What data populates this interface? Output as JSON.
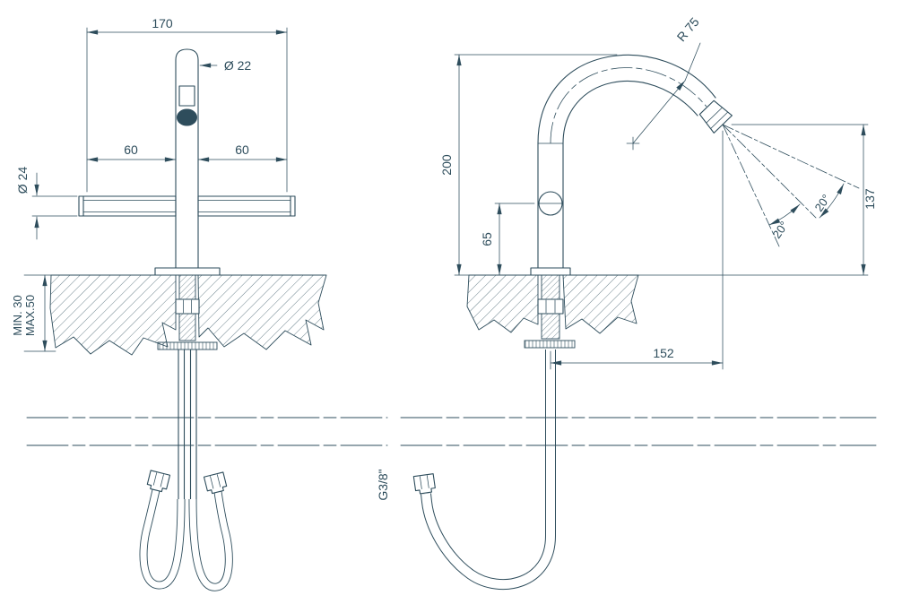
{
  "meta": {
    "ink": "#2e4d5c",
    "bg": "#ffffff"
  },
  "left_view": {
    "overall_width": "170",
    "spout_diameter": "Ø 22",
    "left_handle_length": "60",
    "right_handle_length": "60",
    "handle_diameter": "Ø 24",
    "counter_min": "MIN. 30",
    "counter_max": "MAX.50"
  },
  "right_view": {
    "spout_radius": "R 75",
    "height_above_counter": "200",
    "handle_axis_height": "65",
    "spray_angle_a": "20°",
    "spray_angle_b": "20°",
    "outlet_height": "137",
    "spout_reach": "152",
    "connection_thread": "G3/8\""
  }
}
